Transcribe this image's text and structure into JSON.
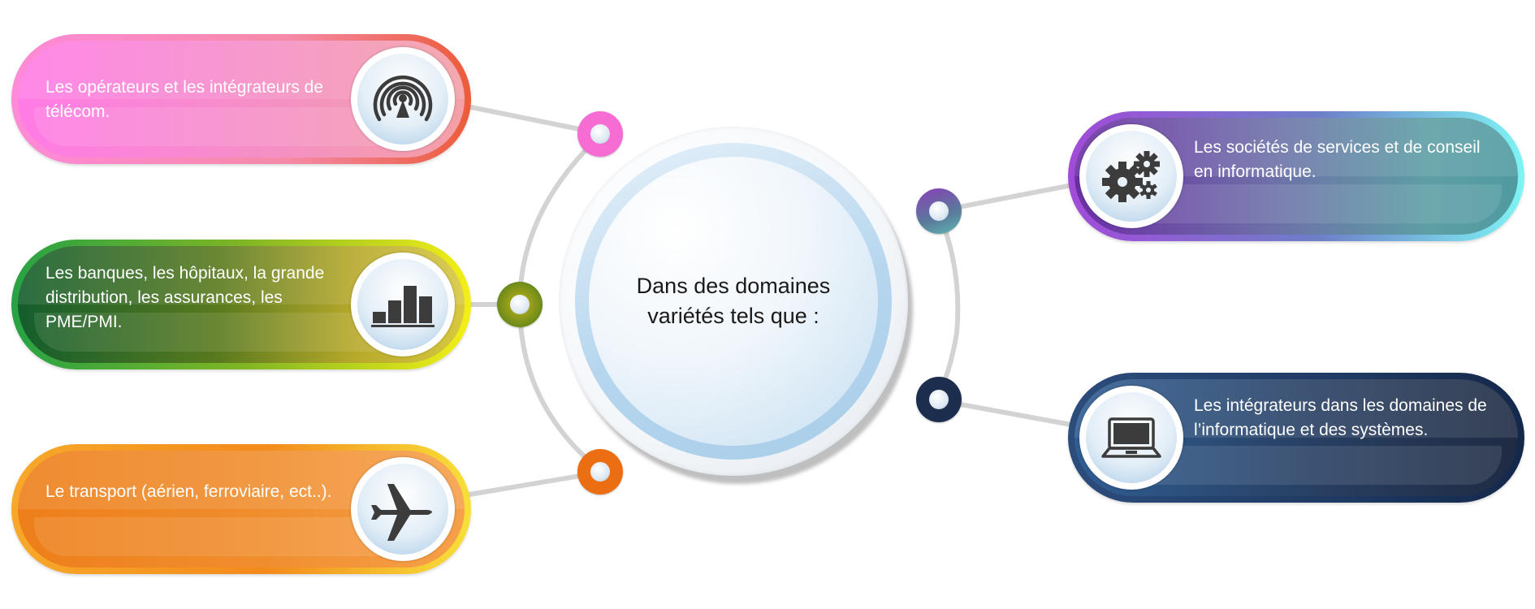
{
  "hub": {
    "text": "Dans des domaines variétés tels que :"
  },
  "branches": [
    {
      "id": "telecom",
      "text": "Les opérateurs et les intégrateurs de télécom.",
      "icon": "wireless-signal-icon",
      "side": "left"
    },
    {
      "id": "banks",
      "text": "Les banques, les hôpitaux, la grande distribution, les assurances, les PME/PMI.",
      "icon": "bar-chart-icon",
      "side": "left"
    },
    {
      "id": "transport",
      "text": "Le transport (aérien, ferroviaire, ect..).",
      "icon": "airplane-icon",
      "side": "left"
    },
    {
      "id": "it-services",
      "text": "Les sociétés de services et de conseil en informatique.",
      "icon": "gears-icon",
      "side": "right"
    },
    {
      "id": "integrators",
      "text": "Les intégrateurs dans les domaines de l’informatique et des systèmes.",
      "icon": "laptop-icon",
      "side": "right"
    }
  ],
  "colors": {
    "telecom": "#ff7be6",
    "banks": "#135d2c",
    "transport": "#ee7f1a",
    "it-services": "#6b2fa3",
    "integrators": "#2f5d92",
    "connector": "#d3d3d3",
    "hub_ring": "#b6d6ee"
  }
}
